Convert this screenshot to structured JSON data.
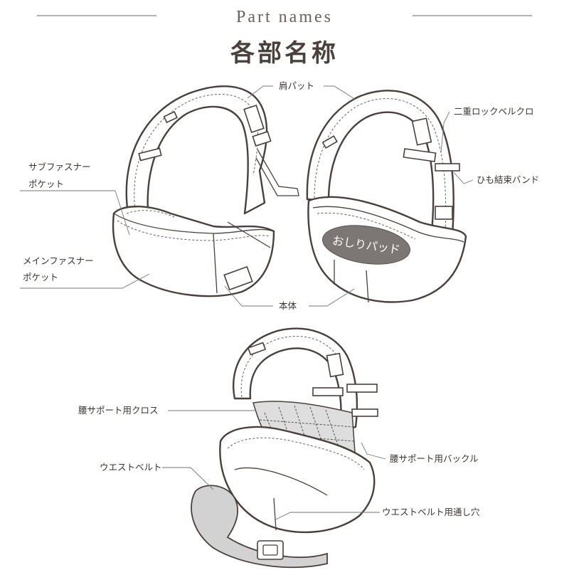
{
  "header": {
    "title_en": "Part names",
    "title_jp": "各部名称"
  },
  "labels": {
    "shoulder_pad": "肩パット",
    "double_lock_belt_cloth": "二重ロックベルクロ",
    "cord_binding_band": "ひも結束バンド",
    "sub_fastener_pocket_l1": "サブファスナー",
    "sub_fastener_pocket_l2": "ポケット",
    "main_fastener_pocket_l1": "メインファスナー",
    "main_fastener_pocket_l2": "ポケット",
    "body": "本体",
    "hip_pad": "おしりパッド",
    "waist_support_cloth": "腰サポート用クロス",
    "waist_support_buckle": "腰サポート用バックル",
    "waist_belt": "ウエストベルト",
    "waist_belt_loop_hole": "ウエストベルト用通し穴"
  },
  "colors": {
    "line": "#4a3f3b",
    "pad": "#7c7775",
    "mesh": "#dedede",
    "belt": "#d3d2d2"
  }
}
